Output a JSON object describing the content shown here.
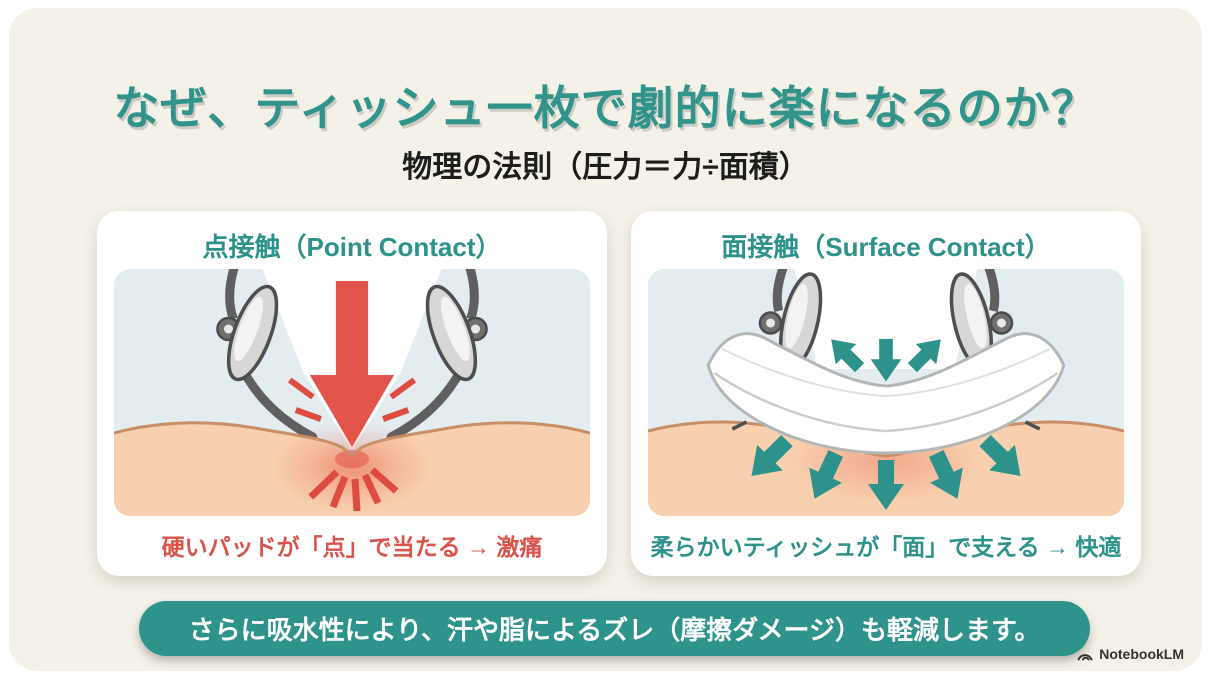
{
  "slide": {
    "title": "なぜ、ティッシュ一枚で劇的に楽になるのか？",
    "subtitle": "物理の法則（圧力＝力÷面積）",
    "panels": [
      {
        "heading": "点接触（Point Contact）",
        "caption": "硬いパッドが「点」で当たる → 激痛",
        "result": "激痛"
      },
      {
        "heading": "面接触（Surface Contact）",
        "caption": "柔らかいティッシュが「面」で支える → 快適",
        "result": "快適"
      }
    ],
    "banner": "さらに吸水性により、汗や脂によるズレ（摩擦ダメージ）も軽減します。",
    "watermark": "NotebookLM",
    "icons": {
      "watermark_icon": "notebooklm-logo-icon",
      "left_panel_icon": "downward-pressure-arrow-icon",
      "right_panel_icon": "force-spread-arrows-icon"
    },
    "colors": {
      "accent_teal": "#2e948b",
      "alert_red": "#e2544b",
      "caption_red": "#d9534a",
      "background_cream": "#f4f1e8",
      "card_white": "#ffffff",
      "sky_blue": "#e3edf0",
      "skin": "#f8d0af",
      "skin_outline": "#c98e65",
      "pad_gray": "#d7d7d7",
      "text_dark": "#1d1d1b"
    }
  }
}
